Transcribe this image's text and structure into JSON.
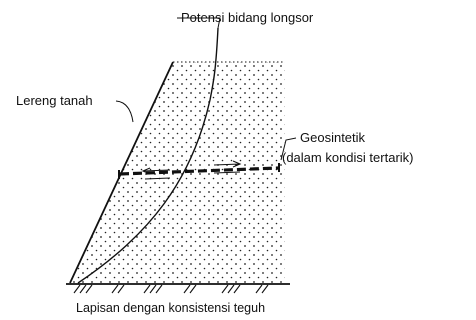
{
  "labels": {
    "slip_surface": "Potensi bidang longsor",
    "slope": "Lereng tanah",
    "geosynthetic_line1": "Geosintetik",
    "geosynthetic_line2": "(dalam kondisi tertarik)",
    "base_layer": "Lapisan dengan konsistensi teguh"
  },
  "colors": {
    "ink": "#111111",
    "background": "#ffffff"
  }
}
